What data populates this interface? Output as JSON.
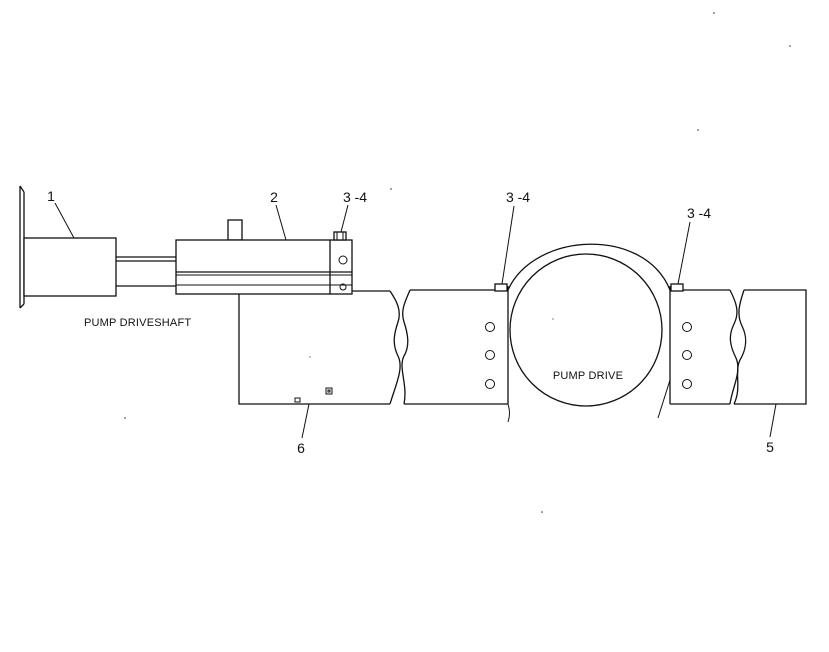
{
  "callouts": {
    "c1": "1",
    "c2": "2",
    "c34a": "3 -4",
    "c34b": "3 -4",
    "c34c": "3 -4",
    "c5": "5",
    "c6": "6"
  },
  "labels": {
    "pump_driveshaft": "PUMP DRIVESHAFT",
    "pump_drive": "PUMP DRIVE"
  }
}
